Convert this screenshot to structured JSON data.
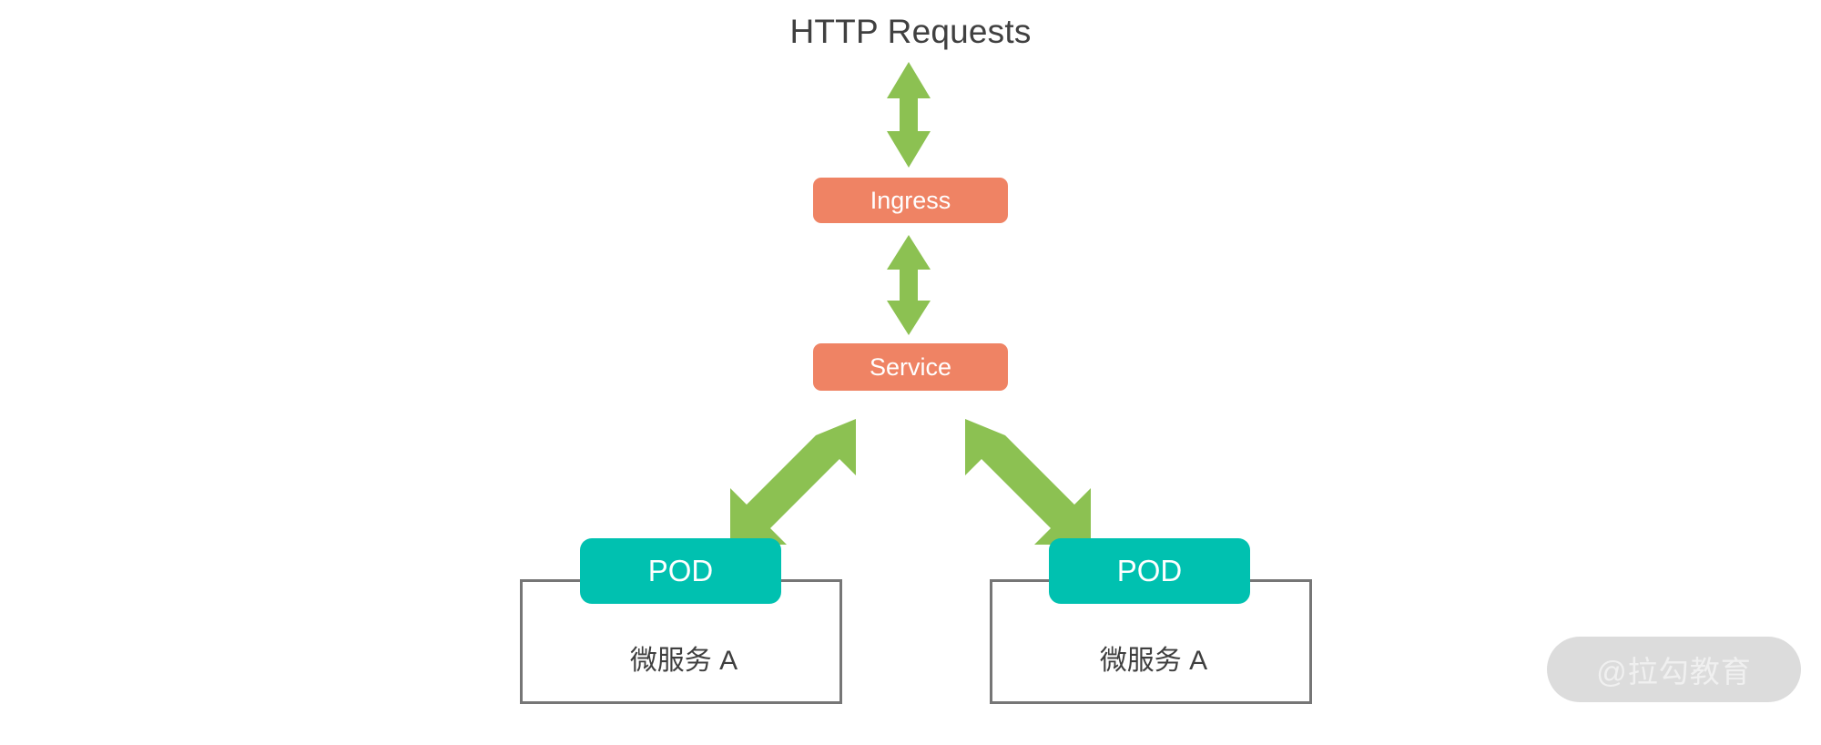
{
  "title": "HTTP Requests",
  "colors": {
    "background": "#ffffff",
    "title_text": "#404040",
    "gateway_fill": "#ef8364",
    "pod_fill": "#00c1b0",
    "arrow_green": "#8cc152",
    "container_border": "#767676",
    "container_label": "#3f3f3f",
    "watermark_pill": "#dcdcdc",
    "watermark_text": "#f0f0f0"
  },
  "nodes": {
    "ingress": {
      "label": "Ingress"
    },
    "service": {
      "label": "Service"
    },
    "pods": [
      {
        "label": "POD"
      },
      {
        "label": "POD"
      }
    ],
    "microservices": [
      {
        "label": "微服务 A"
      },
      {
        "label": "微服务 A"
      }
    ]
  },
  "arrows": [
    {
      "name": "requests-to-ingress",
      "from": "HTTP Requests",
      "to": "Ingress",
      "direction": "bidirectional",
      "orientation": "vertical"
    },
    {
      "name": "ingress-to-service",
      "from": "Ingress",
      "to": "Service",
      "direction": "bidirectional",
      "orientation": "vertical"
    },
    {
      "name": "service-to-pod-left",
      "from": "Service",
      "to": "POD",
      "direction": "bidirectional",
      "orientation": "diagonal"
    },
    {
      "name": "service-to-pod-right",
      "from": "Service",
      "to": "POD",
      "direction": "bidirectional",
      "orientation": "diagonal"
    }
  ],
  "watermark": {
    "text": "@拉勾教育"
  }
}
